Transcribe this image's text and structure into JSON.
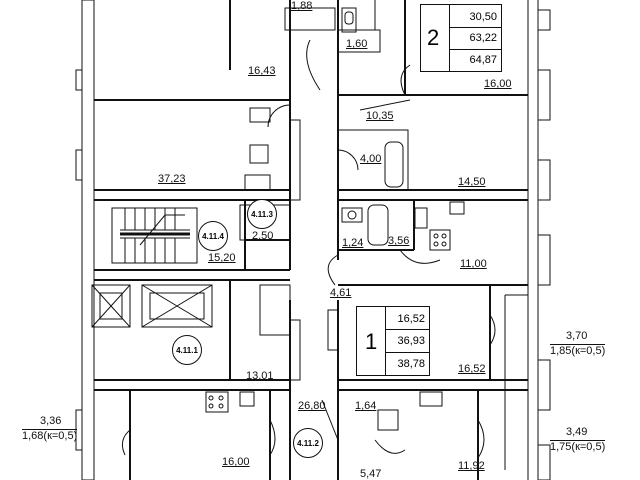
{
  "apartment_2": {
    "number": "2",
    "living_area": "30,50",
    "area": "63,22",
    "total_area": "64,87"
  },
  "apartment_1": {
    "number": "1",
    "living_area": "16,52",
    "area": "36,93",
    "total_area": "38,78"
  },
  "room_areas": {
    "r1": "1,88",
    "r2": "1,60",
    "r3": "16,43",
    "r4": "16,00",
    "r5": "10,35",
    "r6": "37,23",
    "r7": "4,00",
    "r8": "14,50",
    "r9": "1,24",
    "r10": "3,56",
    "r11": "2,50",
    "r12": "15,20",
    "r13": "11,00",
    "r14": "4,61",
    "r15": "16,52",
    "r16": "13,01",
    "r17": "26,80",
    "r18": "1,64",
    "r19": "16,00",
    "r20": "11,92",
    "r21": "5,47"
  },
  "balconies": {
    "b1_area": "3,70",
    "b1_reduced": "1,85(к=0,5)",
    "b2_area": "3,36",
    "b2_reduced": "1,68(к=0,5)",
    "b3_area": "3,49",
    "b3_reduced": "1,75(к=0,5)"
  },
  "tags": {
    "t1": "4.11.3",
    "t2": "4.11.4",
    "t3": "4.11.1",
    "t4": "4.11.2"
  }
}
